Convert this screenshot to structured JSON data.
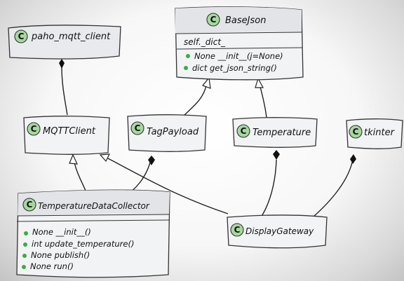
{
  "colors": {
    "box_fill": "#f2f3f5",
    "box_header": "#e2e4e8",
    "stroke": "#333333",
    "class_badge": "#a7d7a0",
    "method_dot": "#3daa44"
  },
  "classes": [
    {
      "id": "paho",
      "name": "paho_mqtt_client",
      "badge": "C",
      "attributes": [],
      "methods": []
    },
    {
      "id": "basejson",
      "name": "BaseJson",
      "badge": "C",
      "attributes": [
        "self._dict_"
      ],
      "methods": [
        "None __init__(j=None)",
        "dict get_json_string()"
      ]
    },
    {
      "id": "mqttclient",
      "name": "MQTTClient",
      "badge": "C",
      "attributes": [],
      "methods": []
    },
    {
      "id": "tagpayload",
      "name": "TagPayload",
      "badge": "C",
      "attributes": [],
      "methods": []
    },
    {
      "id": "temperature",
      "name": "Temperature",
      "badge": "C",
      "attributes": [],
      "methods": []
    },
    {
      "id": "tkinter",
      "name": "tkinter",
      "badge": "C",
      "attributes": [],
      "methods": []
    },
    {
      "id": "tdc",
      "name": "TemperatureDataCollector",
      "badge": "C",
      "attributes": [],
      "methods": [
        "None __init__()",
        "int update_temperature()",
        "None publish()",
        "None run()"
      ]
    },
    {
      "id": "gateway",
      "name": "DisplayGateway",
      "badge": "C",
      "attributes": [],
      "methods": []
    }
  ],
  "relations": [
    {
      "from": "tagpayload",
      "to": "basejson",
      "kind": "inheritance"
    },
    {
      "from": "temperature",
      "to": "basejson",
      "kind": "inheritance"
    },
    {
      "from": "tdc",
      "to": "mqttclient",
      "kind": "inheritance"
    },
    {
      "from": "gateway",
      "to": "mqttclient",
      "kind": "inheritance"
    },
    {
      "from": "mqttclient",
      "to": "paho",
      "kind": "composition"
    },
    {
      "from": "tdc",
      "to": "tagpayload",
      "kind": "composition"
    },
    {
      "from": "gateway",
      "to": "temperature",
      "kind": "composition"
    },
    {
      "from": "gateway",
      "to": "tkinter",
      "kind": "composition"
    }
  ]
}
